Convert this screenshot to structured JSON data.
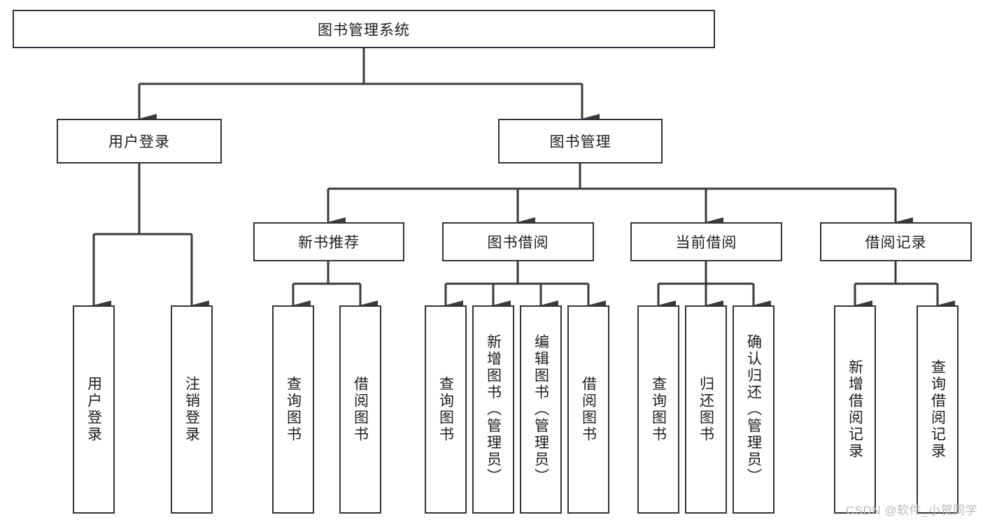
{
  "diagram": {
    "title": "图书管理系统",
    "type": "tree-flowchart",
    "watermark": "CSDN @软件_小贺同学",
    "style": {
      "box_border_color": "#32323a",
      "box_fill_color": "#ffffff",
      "connector_color": "#3a3a3a",
      "text_color": "#1d1d1f",
      "watermark_color": "#b9b9bd"
    },
    "nodes": {
      "root": {
        "label": "图书管理系统",
        "level": 1,
        "orientation": "horizontal"
      },
      "user_login": {
        "label": "用户登录",
        "level": 2,
        "orientation": "horizontal"
      },
      "book_manage": {
        "label": "图书管理",
        "level": 2,
        "orientation": "horizontal"
      },
      "new_book_rec": {
        "label": "新书推荐",
        "level": 3,
        "orientation": "horizontal"
      },
      "book_borrow": {
        "label": "图书借阅",
        "level": 3,
        "orientation": "horizontal"
      },
      "current_borrow": {
        "label": "当前借阅",
        "level": 3,
        "orientation": "horizontal"
      },
      "borrow_record": {
        "label": "借阅记录",
        "level": 3,
        "orientation": "horizontal"
      },
      "leaf_user_login": {
        "label": "用户登录",
        "level": 4,
        "orientation": "vertical"
      },
      "leaf_logout": {
        "label": "注销登录",
        "level": 4,
        "orientation": "vertical"
      },
      "leaf_query_book_1": {
        "label": "查询图书",
        "level": 4,
        "orientation": "vertical"
      },
      "leaf_borrow_book_1": {
        "label": "借阅图书",
        "level": 4,
        "orientation": "vertical"
      },
      "leaf_query_book_2": {
        "label": "查询图书",
        "level": 4,
        "orientation": "vertical"
      },
      "leaf_add_book": {
        "label": "新增图书（管理员）",
        "level": 4,
        "orientation": "vertical"
      },
      "leaf_edit_book": {
        "label": "编辑图书（管理员）",
        "level": 4,
        "orientation": "vertical"
      },
      "leaf_borrow_book_2": {
        "label": "借阅图书",
        "level": 4,
        "orientation": "vertical"
      },
      "leaf_query_book_3": {
        "label": "查询图书",
        "level": 4,
        "orientation": "vertical"
      },
      "leaf_return_book": {
        "label": "归还图书",
        "level": 4,
        "orientation": "vertical"
      },
      "leaf_confirm_return": {
        "label": "确认归还（管理员）",
        "level": 4,
        "orientation": "vertical"
      },
      "leaf_add_record": {
        "label": "新增借阅记录",
        "level": 4,
        "orientation": "vertical"
      },
      "leaf_query_record": {
        "label": "查询借阅记录",
        "level": 4,
        "orientation": "vertical"
      }
    },
    "hierarchy": [
      {
        "parent": "root",
        "children": [
          "user_login",
          "book_manage"
        ]
      },
      {
        "parent": "user_login",
        "children": [
          "leaf_user_login",
          "leaf_logout"
        ]
      },
      {
        "parent": "book_manage",
        "children": [
          "new_book_rec",
          "book_borrow",
          "current_borrow",
          "borrow_record"
        ]
      },
      {
        "parent": "new_book_rec",
        "children": [
          "leaf_query_book_1",
          "leaf_borrow_book_1"
        ]
      },
      {
        "parent": "book_borrow",
        "children": [
          "leaf_query_book_2",
          "leaf_add_book",
          "leaf_edit_book",
          "leaf_borrow_book_2"
        ]
      },
      {
        "parent": "current_borrow",
        "children": [
          "leaf_query_book_3",
          "leaf_return_book",
          "leaf_confirm_return"
        ]
      },
      {
        "parent": "borrow_record",
        "children": [
          "leaf_add_record",
          "leaf_query_record"
        ]
      }
    ]
  }
}
